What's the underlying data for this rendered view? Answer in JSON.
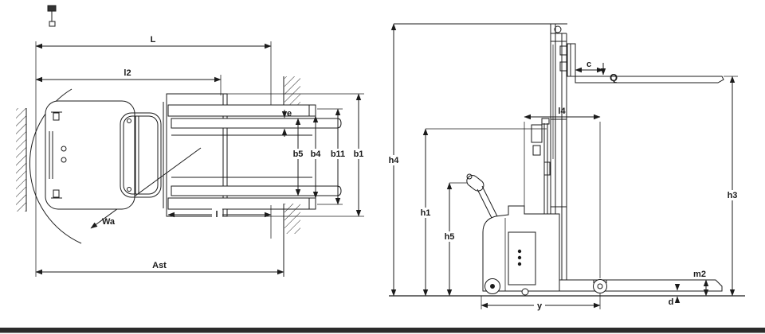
{
  "colors": {
    "background": "#ffffff",
    "line": "#1b1b1b",
    "bottom_bar": "#2b2b2b"
  },
  "top_view": {
    "L": "L",
    "l2": "l2",
    "e": "e",
    "b5": "b5",
    "b4": "b4",
    "b11": "b11",
    "b1": "b1",
    "Wa": "Wa",
    "l": "l",
    "Ast": "Ast"
  },
  "side_view": {
    "c": "c",
    "Q": "Q",
    "l4": "l4",
    "h4": "h4",
    "h1": "h1",
    "h5": "h5",
    "h3": "h3",
    "m2": "m2",
    "d": "d",
    "y": "y"
  }
}
